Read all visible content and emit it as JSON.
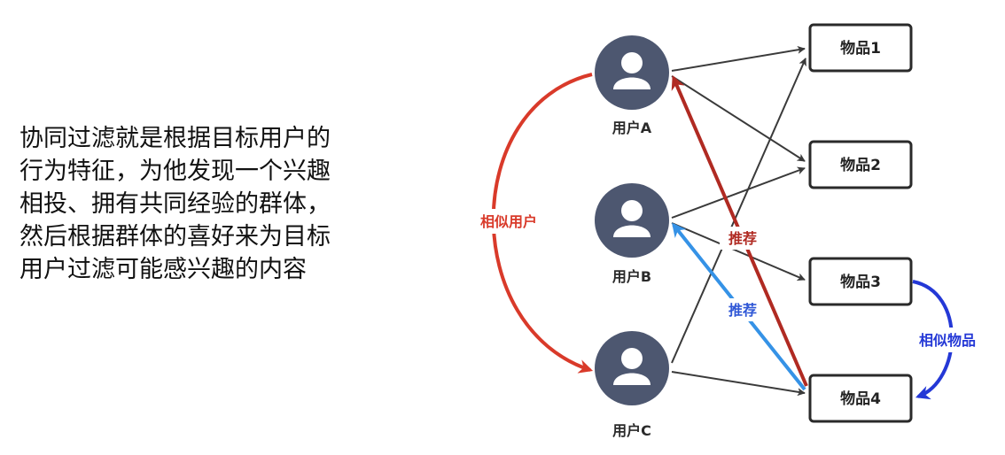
{
  "description": {
    "lines": [
      "协同过滤就是根据目标用户的",
      "行为特征，为他发现一个兴趣",
      "相投、拥有共同经验的群体，",
      "然后根据群体的喜好来为目标",
      "用户过滤可能感兴趣的内容"
    ]
  },
  "users": [
    {
      "label": "用户A"
    },
    {
      "label": "用户B"
    },
    {
      "label": "用户C"
    }
  ],
  "items": [
    {
      "label": "物品1"
    },
    {
      "label": "物品2"
    },
    {
      "label": "物品3"
    },
    {
      "label": "物品4"
    }
  ],
  "annotations": {
    "similar_users": "相似用户",
    "recommend_red": "推荐",
    "recommend_blue": "推荐",
    "similar_items": "相似物品"
  },
  "colors": {
    "user_node": "#4d5770",
    "edge": "#3a3a3a",
    "similar_users": "#d93a2a",
    "recommend_red": "#b02a22",
    "recommend_blue": "#3592e6",
    "recommend_blue_text": "#2f57d6",
    "similar_items": "#2438d6"
  }
}
